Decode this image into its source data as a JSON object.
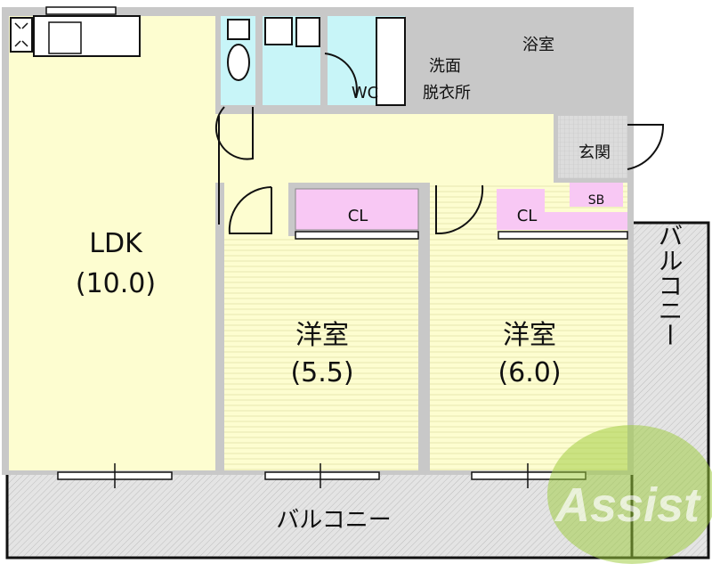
{
  "rooms": {
    "ldk": {
      "name": "LDK",
      "size": "(10.0)"
    },
    "western_room_1": {
      "name": "洋室",
      "size": "(5.5)"
    },
    "western_room_2": {
      "name": "洋室",
      "size": "(6.0)"
    },
    "closet_1": "CL",
    "closet_2": "CL",
    "toilet": "WC",
    "washroom_line1": "洗面",
    "washroom_line2": "脱衣所",
    "bathroom": "浴室",
    "entrance": "玄関",
    "shoe_box": "SB",
    "balcony_bottom": "バルコニー",
    "balcony_right": "バルコニー"
  },
  "logo": {
    "text": "Assist"
  },
  "colors": {
    "room_floor": "#fdfdd0",
    "wet_area": "#c8f5f8",
    "closet": "#f8c8f4",
    "wall": "#c8c8c8",
    "logo_green": "#9ccc3c",
    "logo_red": "#e05a6a"
  }
}
